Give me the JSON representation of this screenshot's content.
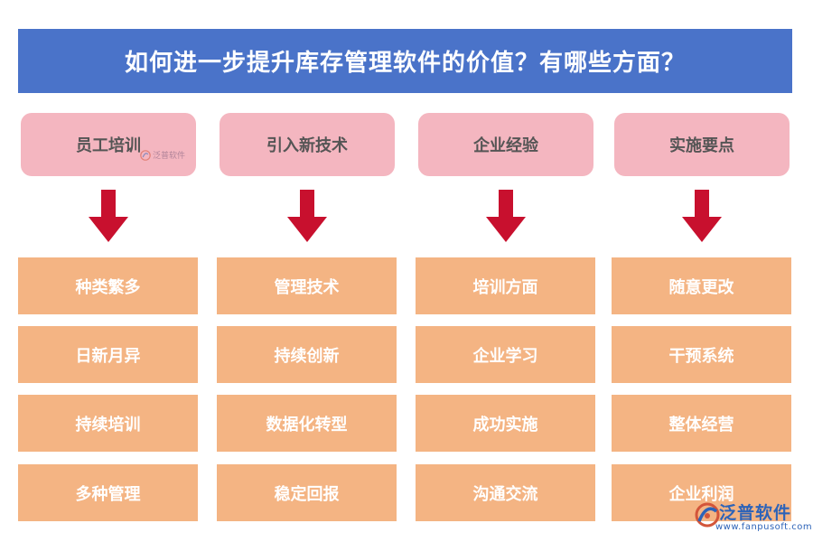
{
  "title": "如何进一步提升库存管理软件的价值？有哪些方面？",
  "colors": {
    "title_bar": "#4a73c9",
    "header_box": "#f4b6c0",
    "item_box": "#f4b483",
    "arrow": "#c8102e"
  },
  "columns": [
    {
      "header": "员工培训",
      "items": [
        "种类繁多",
        "日新月异",
        "持续培训",
        "多种管理"
      ]
    },
    {
      "header": "引入新技术",
      "items": [
        "管理技术",
        "持续创新",
        "数据化转型",
        "稳定回报"
      ]
    },
    {
      "header": "企业经验",
      "items": [
        "培训方面",
        "企业学习",
        "成功实施",
        "沟通交流"
      ]
    },
    {
      "header": "实施要点",
      "items": [
        "随意更改",
        "干预系统",
        "整体经营",
        "企业利润"
      ]
    }
  ],
  "small_logo": {
    "text": "泛普软件",
    "icon": "fanpu-logo-icon"
  },
  "watermark": {
    "name": "泛普软件",
    "url": "www.fanpusoft.com",
    "icon": "fanpu-logo-icon"
  }
}
